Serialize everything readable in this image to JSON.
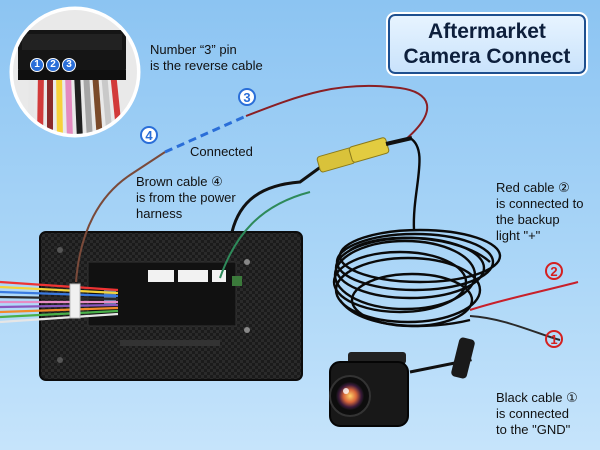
{
  "title": {
    "line1": "Aftermarket",
    "line2": "Camera Connect"
  },
  "markers": {
    "pin1": "1",
    "pin2": "2",
    "pin3": "3",
    "pin3_callout": "3",
    "pin4_callout": "4",
    "red_marker": "2",
    "black_marker": "1"
  },
  "labels": {
    "pin3": [
      "Number “3” pin",
      "is the reverse cable"
    ],
    "connected": "Connected",
    "brown": [
      "Brown cable ④",
      "is from the power",
      "harness"
    ],
    "red": [
      "Red cable ②",
      "is connected to",
      "the backup",
      "light \"+\""
    ],
    "black": [
      "Black cable ①",
      "is connected",
      "to the \"GND\""
    ]
  },
  "colors": {
    "accent_blue": "#2a6ed8",
    "marker_red": "#d42020",
    "title_border": "#1d4f8f"
  }
}
